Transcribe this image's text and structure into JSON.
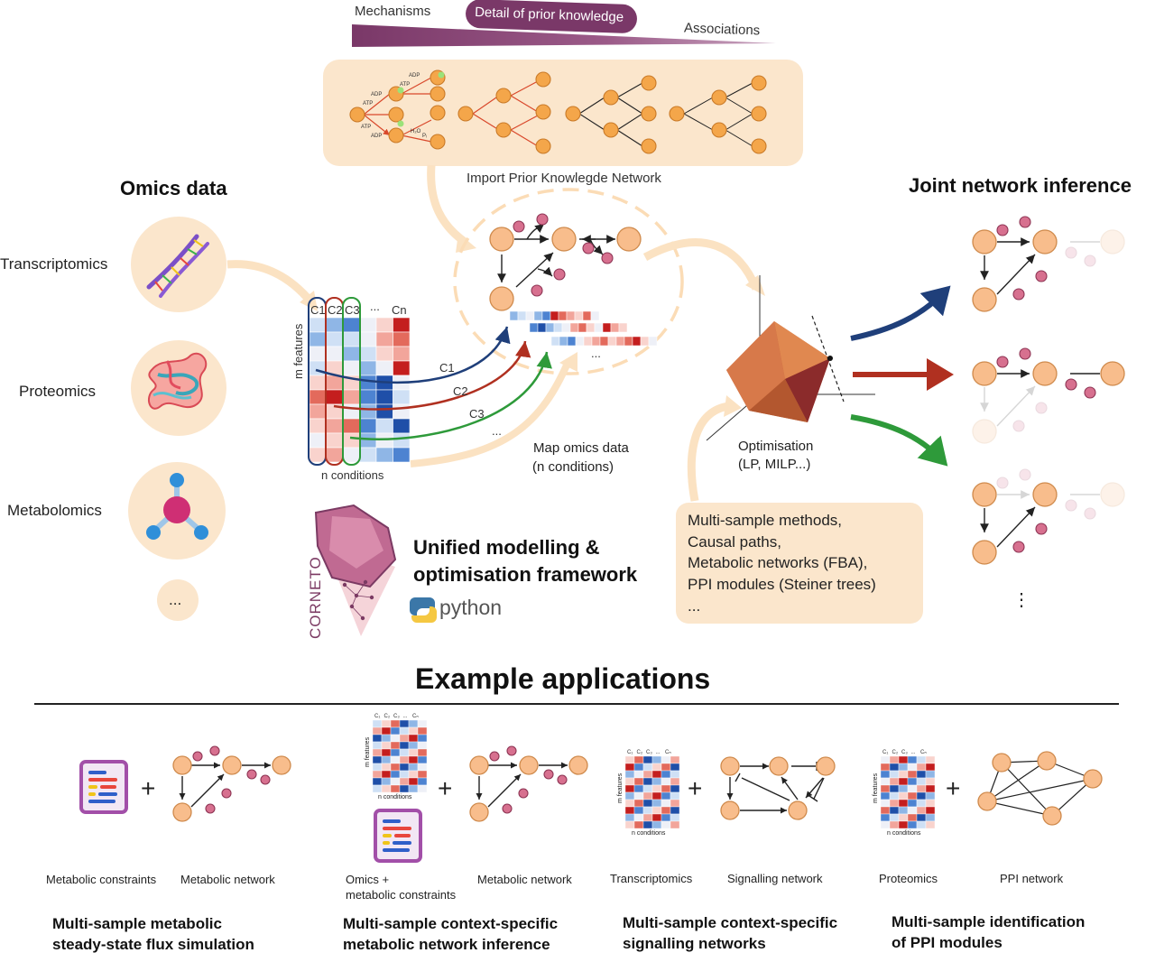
{
  "top": {
    "mechanisms": "Mechanisms",
    "detail": "Detail of prior knowledge",
    "associations": "Associations",
    "import_label": "Import Prior Knowlegde Network"
  },
  "omics": {
    "title": "Omics data",
    "items": [
      "Transcriptomics",
      "Proteomics",
      "Metabolomics",
      "..."
    ]
  },
  "matrix": {
    "col_labels": [
      "C1",
      "C2",
      "C3",
      "...",
      "Cn"
    ],
    "features_label": "m features",
    "conditions_label": "n conditions"
  },
  "mapping": {
    "curve_labels": [
      "C1",
      "C2",
      "C3",
      "..."
    ],
    "ellipsis": "...",
    "map_line1": "Map omics data",
    "map_line2": "(n conditions)"
  },
  "framework": {
    "line1": "Unified modelling &",
    "line2": "optimisation framework",
    "logo_text": "CORNETO",
    "python_text": "python"
  },
  "optimisation": {
    "line1": "Optimisation",
    "line2": "(LP, MILP...)"
  },
  "methods": [
    "Multi-sample methods,",
    "Causal paths,",
    "Metabolic networks (FBA),",
    "PPI modules (Steiner trees)",
    "..."
  ],
  "joint": {
    "title": "Joint network inference",
    "more": "⋮"
  },
  "examples": {
    "title": "Example applications",
    "plus": "+",
    "mini_matrix": {
      "cols": [
        "C1",
        "C2",
        "C3",
        "...",
        "Cn"
      ],
      "features": "m features",
      "conditions": "n conditions"
    },
    "apps": [
      {
        "left_label": "Metabolic constraints",
        "right_label": "Metabolic network",
        "title1": "Multi-sample metabolic",
        "title2": "steady-state flux simulation"
      },
      {
        "left_label": "Omics +",
        "left_label2": "metabolic constraints",
        "right_label": "Metabolic network",
        "title1": "Multi-sample context-specific",
        "title2": "metabolic network inference"
      },
      {
        "left_label": "Transcriptomics",
        "right_label": "Signalling network",
        "title1": "Multi-sample context-specific",
        "title2": "signalling networks"
      },
      {
        "left_label": "Proteomics",
        "right_label": "PPI network",
        "title1": "Multi-sample identification",
        "title2": "of PPI modules"
      }
    ]
  },
  "colors": {
    "cream": "#fbe6cc",
    "node": "#f8bd8c",
    "molecule": "#d7708f",
    "blue": "#1f3f7a",
    "red": "#b03020",
    "green": "#2e9a3a",
    "purple": "#7b3a63"
  }
}
